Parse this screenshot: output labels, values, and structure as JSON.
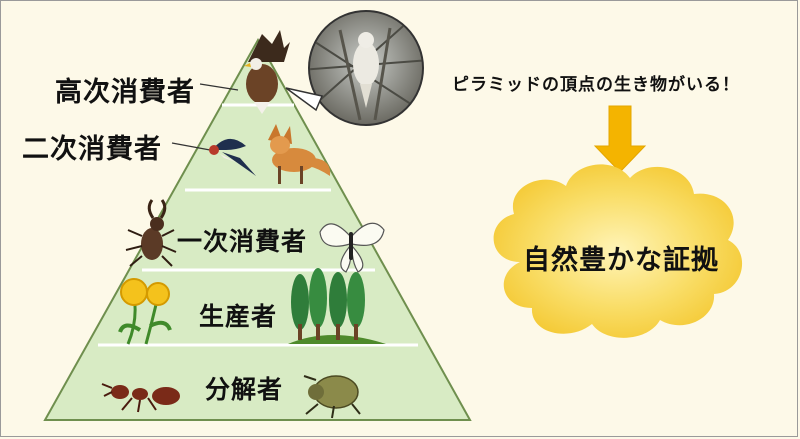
{
  "pyramid": {
    "levels": [
      {
        "label": "高次消費者"
      },
      {
        "label": "二次消費者"
      },
      {
        "label": "一次消費者"
      },
      {
        "label": "生産者"
      },
      {
        "label": "分解者"
      }
    ]
  },
  "callout": {
    "text": "ピラミッドの頂点の生き物がいる！"
  },
  "cloud": {
    "text": "自然豊かな証拠"
  },
  "colors": {
    "pyramid_fill": "#d8ebc4",
    "pyramid_stroke": "#6f8f4e",
    "arrow": "#f4b400",
    "cloud": "#f6cf3c",
    "background": "#fdf9e8"
  }
}
